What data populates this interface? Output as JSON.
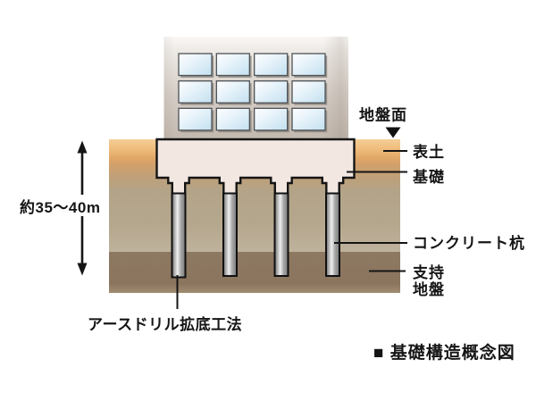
{
  "title": "基礎構造概念図",
  "caption": "■ 基礎構造概念図",
  "labels": {
    "ground_surface": "地盤面",
    "topsoil": "表土",
    "foundation": "基礎",
    "concrete_pile": "コンクリート杭",
    "support_layer_line1": "支持",
    "support_layer_line2": "地盤",
    "pile_method": "アースドリル拡底工法",
    "depth_measurement": "約35〜40m"
  },
  "building": {
    "window_rows": 3,
    "window_cols": 4,
    "window_count": 12
  },
  "piles": {
    "count": 4
  },
  "colors": {
    "topsoil_top": "#F5CD96",
    "topsoil_deep": "#E2A967",
    "middle_soil": "#B3A489",
    "support_soil": "#8D7861",
    "foundation_fill": "#F3E7E1",
    "pile_gray": "#C9C9C9",
    "window_glass": "#C3E0F0",
    "building_wall": "#D6CEC7",
    "line_black": "#151515"
  }
}
